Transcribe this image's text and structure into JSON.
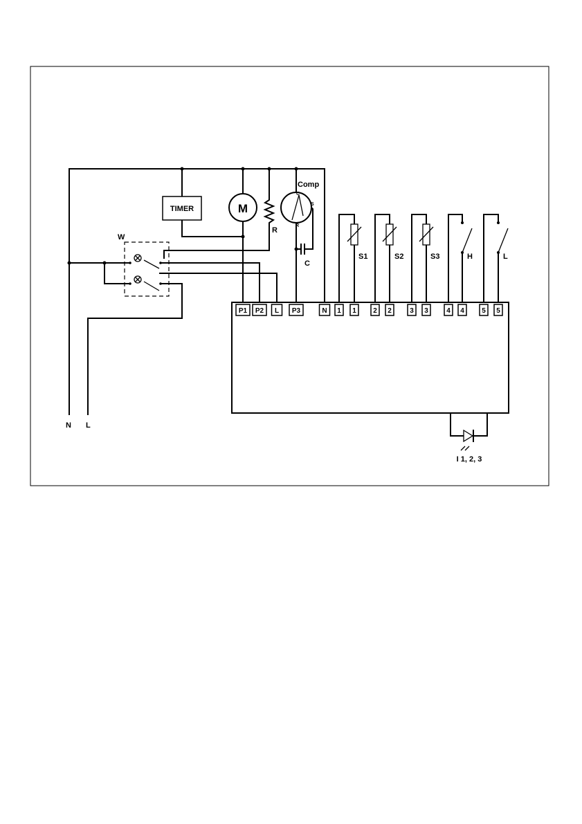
{
  "components": {
    "timer": "TIMER",
    "motor": "M",
    "resistor": "R",
    "compressor": "Comp",
    "comp_pin_c": "C",
    "comp_pin_s": "S",
    "comp_pin_r": "R",
    "capacitor": "C",
    "switch_block": "W",
    "sensors": [
      "S1",
      "S2",
      "S3"
    ],
    "switch_h": "H",
    "switch_l": "L",
    "led": "I 1, 2, 3"
  },
  "terminals": [
    "P1",
    "P2",
    "L",
    "P3",
    "N",
    "1",
    "1",
    "2",
    "2",
    "3",
    "3",
    "4",
    "4",
    "5",
    "5"
  ],
  "supply": {
    "neutral": "N",
    "line": "L"
  },
  "colors": {
    "ink": "#000000",
    "background": "#ffffff"
  }
}
